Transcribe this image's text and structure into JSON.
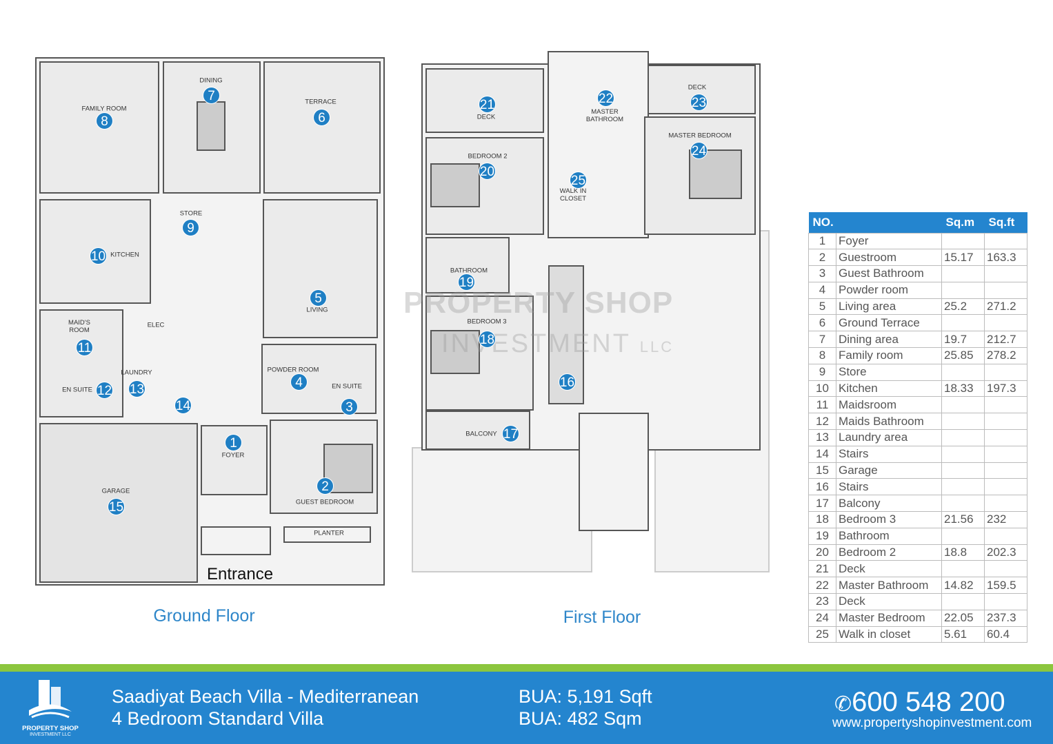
{
  "watermark": {
    "line1": "PROPERTY SHOP",
    "line2": "INVESTMENT",
    "llc": "LLC"
  },
  "ground_floor": {
    "title": "Ground Floor",
    "entrance": "Entrance",
    "labels": {
      "family_room": "FAMILY ROOM",
      "dining": "DINING",
      "terrace": "TERRACE",
      "store": "STORE",
      "kitchen": "KITCHEN",
      "living": "LIVING",
      "maids_room": "MAID'S ROOM",
      "elec": "ELEC",
      "laundry": "LAUNDRY",
      "en_suite_maid": "EN SUITE",
      "powder_room": "POWDER ROOM",
      "en_suite_guest": "EN SUITE",
      "foyer": "FOYER",
      "garage": "GARAGE",
      "guest_bedroom": "GUEST BEDROOM",
      "planter": "PLANTER"
    }
  },
  "first_floor": {
    "title": "First Floor",
    "labels": {
      "deck_21": "DECK",
      "master_bathroom": "MASTER BATHROOM",
      "deck_23": "DECK",
      "master_bedroom": "MASTER BEDROOM",
      "bedroom_2": "BEDROOM 2",
      "walk_in_closet": "WALK IN CLOSET",
      "bathroom": "BATHROOM",
      "bedroom_3": "BEDROOM 3",
      "balcony": "BALCONY"
    }
  },
  "room_table": {
    "headers": [
      "NO.",
      "Sq.m",
      "Sq.ft"
    ],
    "rows": [
      {
        "no": "1",
        "name": "Foyer",
        "sqm": "",
        "sqft": ""
      },
      {
        "no": "2",
        "name": "Guestroom",
        "sqm": "15.17",
        "sqft": "163.3"
      },
      {
        "no": "3",
        "name": "Guest Bathroom",
        "sqm": "",
        "sqft": ""
      },
      {
        "no": "4",
        "name": "Powder room",
        "sqm": "",
        "sqft": ""
      },
      {
        "no": "5",
        "name": "Living area",
        "sqm": "25.2",
        "sqft": "271.2"
      },
      {
        "no": "6",
        "name": "Ground Terrace",
        "sqm": "",
        "sqft": ""
      },
      {
        "no": "7",
        "name": "Dining area",
        "sqm": "19.7",
        "sqft": "212.7"
      },
      {
        "no": "8",
        "name": "Family room",
        "sqm": "25.85",
        "sqft": "278.2"
      },
      {
        "no": "9",
        "name": "Store",
        "sqm": "",
        "sqft": ""
      },
      {
        "no": "10",
        "name": "Kitchen",
        "sqm": "18.33",
        "sqft": "197.3"
      },
      {
        "no": "11",
        "name": "Maidsroom",
        "sqm": "",
        "sqft": ""
      },
      {
        "no": "12",
        "name": "Maids Bathroom",
        "sqm": "",
        "sqft": ""
      },
      {
        "no": "13",
        "name": "Laundry area",
        "sqm": "",
        "sqft": ""
      },
      {
        "no": "14",
        "name": "Stairs",
        "sqm": "",
        "sqft": ""
      },
      {
        "no": "15",
        "name": "Garage",
        "sqm": "",
        "sqft": ""
      },
      {
        "no": "16",
        "name": "Stairs",
        "sqm": "",
        "sqft": ""
      },
      {
        "no": "17",
        "name": "Balcony",
        "sqm": "",
        "sqft": ""
      },
      {
        "no": "18",
        "name": "Bedroom 3",
        "sqm": "21.56",
        "sqft": "232"
      },
      {
        "no": "19",
        "name": "Bathroom",
        "sqm": "",
        "sqft": ""
      },
      {
        "no": "20",
        "name": "Bedroom 2",
        "sqm": "18.8",
        "sqft": "202.3"
      },
      {
        "no": "21",
        "name": "Deck",
        "sqm": "",
        "sqft": ""
      },
      {
        "no": "22",
        "name": "Master Bathroom",
        "sqm": "14.82",
        "sqft": "159.5"
      },
      {
        "no": "23",
        "name": "Deck",
        "sqm": "",
        "sqft": ""
      },
      {
        "no": "24",
        "name": "Master Bedroom",
        "sqm": "22.05",
        "sqft": "237.3"
      },
      {
        "no": "25",
        "name": "Walk in closet",
        "sqm": "5.61",
        "sqft": "60.4"
      }
    ]
  },
  "footer": {
    "logo_line1": "PROPERTY SHOP",
    "logo_line2": "INVESTMENT LLC",
    "title": "Saadiyat Beach Villa - Mediterranean",
    "subtitle": "4 Bedroom  Standard Villa",
    "bua_sqft": "BUA: 5,191 Sqft",
    "bua_sqm": "BUA: 482 Sqm",
    "phone": "600 548 200",
    "website": "www.propertyshopinvestment.com",
    "phone_icon": "phone-icon"
  },
  "colors": {
    "accent": "#2485cf",
    "green": "#8cc63e",
    "marker": "#1f7fc4"
  }
}
